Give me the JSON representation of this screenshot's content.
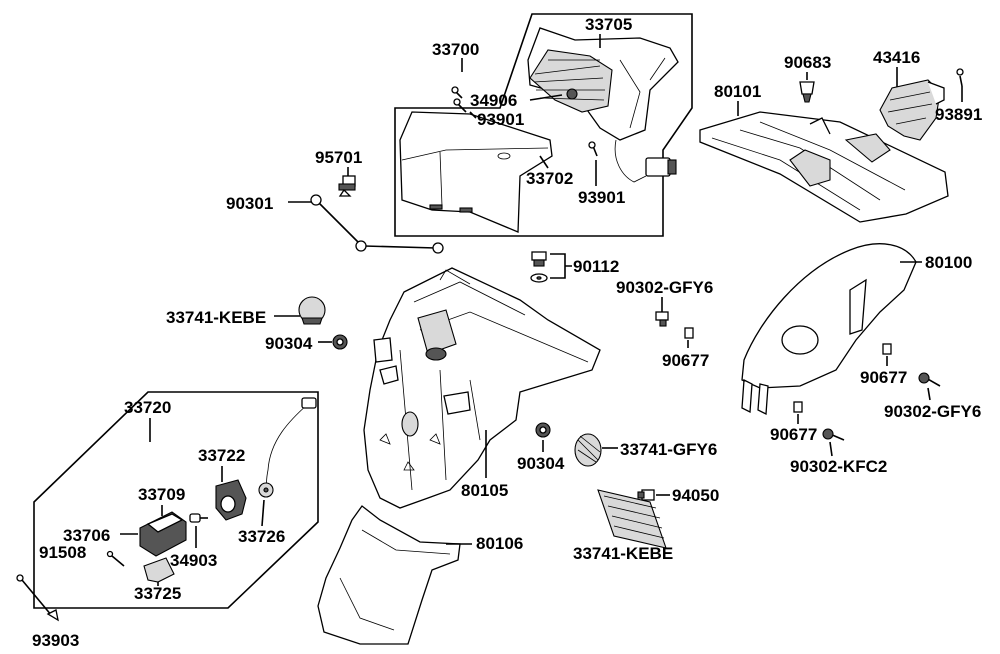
{
  "labels": {
    "p33700": "33700",
    "p33705": "33705",
    "p34906": "34906",
    "p93901a": "93901",
    "p33702": "33702",
    "p93901b": "93901",
    "p95701": "95701",
    "p90301": "90301",
    "p90683": "90683",
    "p43416": "43416",
    "p80101": "80101",
    "p93891": "93891",
    "p90112": "90112",
    "p80100": "80100",
    "p90302_gfy6_a": "90302-GFY6",
    "p90677_a": "90677",
    "p90677_b": "90677",
    "p90302_gfy6_b": "90302-GFY6",
    "p90677_c": "90677",
    "p90302_kfc2": "90302-KFC2",
    "p33741_kebe_a": "33741-KEBE",
    "p90304_a": "90304",
    "p33720": "33720",
    "p33722": "33722",
    "p33709": "33709",
    "p33706": "33706",
    "p91508": "91508",
    "p34903": "34903",
    "p33726": "33726",
    "p33725": "33725",
    "p93903": "93903",
    "p80105": "80105",
    "p80106": "80106",
    "p90304_b": "90304",
    "p33741_gfy6": "33741-GFY6",
    "p94050": "94050",
    "p33741_kebe_b": "33741-KEBE"
  }
}
